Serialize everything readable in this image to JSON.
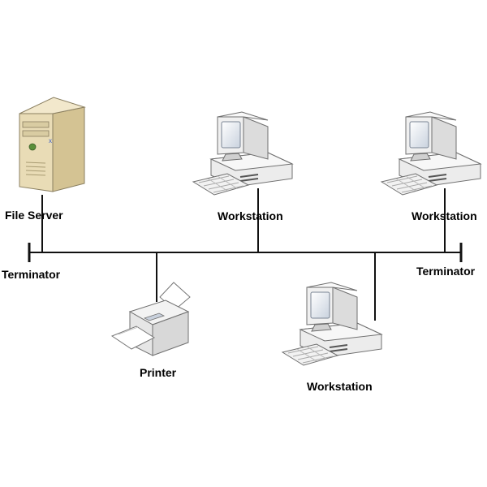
{
  "labels": {
    "file_server": "File Server",
    "workstation_1": "Workstation",
    "workstation_2": "Workstation",
    "workstation_3": "Workstation",
    "printer": "Printer",
    "terminator_left": "Terminator",
    "terminator_right": "Terminator"
  },
  "icons": {
    "server": "server-icon",
    "workstation": "workstation-icon",
    "printer": "printer-icon"
  },
  "colors": {
    "background": "#ffffff",
    "bus_line": "#111111",
    "server_body": "#e9dcb6",
    "device_body": "#eeeeee",
    "outline": "#6f6f6f",
    "screen": "#e2e8ef"
  }
}
